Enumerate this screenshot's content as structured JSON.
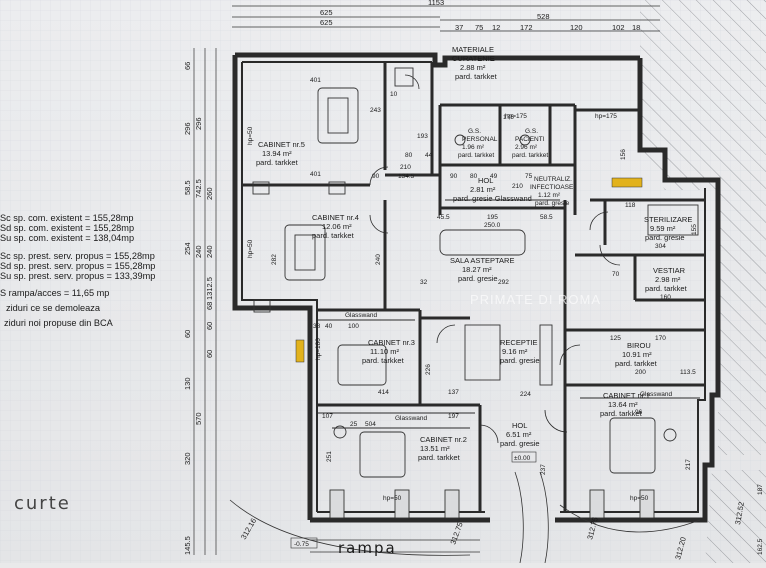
{
  "dims": {
    "top_total": "1153",
    "top_a": "625",
    "top_b": "625",
    "top_right": "528",
    "top_segments": [
      "37",
      "75",
      "12",
      "172",
      "120",
      "102",
      "18"
    ],
    "left_col1": [
      "66",
      "296",
      "58.5",
      "254",
      "60",
      "130",
      "320",
      "145.5"
    ],
    "left_col2": [
      "296",
      "742.5",
      "240",
      "1312.5",
      "570"
    ],
    "left_col3": [
      "260",
      "240",
      "68",
      "60",
      "60"
    ],
    "misc": [
      "401",
      "243",
      "10",
      "193",
      "80",
      "44",
      "210",
      "134.5",
      "90",
      "401",
      "282",
      "240",
      "100",
      "38",
      "40",
      "226",
      "414",
      "137",
      "107",
      "251",
      "25",
      "504",
      "197",
      "175",
      "90",
      "80",
      "49",
      "75",
      "210",
      "195",
      "250.0",
      "45.5",
      "58.5",
      "32",
      "292",
      "156",
      "118",
      "155",
      "304",
      "70",
      "160",
      "125",
      "170",
      "200",
      "113.5",
      "224",
      "237",
      "217",
      "162.5",
      "187",
      "96"
    ]
  },
  "rooms": [
    {
      "name": "MATERIALE",
      "name2": "CURATENIE",
      "area": "2.88 m²",
      "floor": "pard. tarkket"
    },
    {
      "name": "CABINET nr.5",
      "area": "13.94 m²",
      "floor": "pard. tarkket"
    },
    {
      "name": "G.S.",
      "name2": "PERSONAL",
      "area": "1.96 m²",
      "floor": "pard. tarkket"
    },
    {
      "name": "G.S.",
      "name2": "PACIENTI",
      "area": "2.96 m²",
      "floor": "pard. tarkket"
    },
    {
      "name": "HOL",
      "area": "2.81 m²",
      "floor": "pard. gresie Glasswand"
    },
    {
      "name": "NEUTRALIZ.",
      "name2": "INFECTIOASE",
      "area": "1.12 m²",
      "floor": "pard. gresie"
    },
    {
      "name": "CABINET nr.4",
      "area": "12.06 m²",
      "floor": "pard. tarkket"
    },
    {
      "name": "SALA ASTEPTARE",
      "area": "18.27 m²",
      "floor": "pard. gresie"
    },
    {
      "name": "STERILIZARE",
      "area": "9.59 m²",
      "floor": "pard. gresie"
    },
    {
      "name": "VESTIAR",
      "area": "2.98 m²",
      "floor": "pard. tarkket"
    },
    {
      "name": "CABINET nr.3",
      "area": "11.10 m²",
      "floor": "pard. tarkket"
    },
    {
      "name": "RECEPTIE",
      "area": "9.16 m²",
      "floor": "pard. gresie"
    },
    {
      "name": "BIROU",
      "area": "10.91 m²",
      "floor": "pard. tarkket"
    },
    {
      "name": "CABINET nr.2",
      "area": "13.51 m²",
      "floor": "pard. tarkket"
    },
    {
      "name": "HOL",
      "area": "6.51 m²",
      "floor": "pard. gresie"
    },
    {
      "name": "CABINET nr.1",
      "area": "13.64 m²",
      "floor": "pard. tarkket"
    }
  ],
  "labels": {
    "glasswand": "Glasswand",
    "hp50": "hp=50",
    "hp175": "hp=175",
    "hp180": "hp=180",
    "level_neg": "-0.75",
    "level_zero": "±0.00",
    "rampa": "rampa",
    "curte": "curte",
    "elev_a": "312.16",
    "elev_b": "312.75",
    "elev_c": "312.75",
    "elev_d": "312.20",
    "elev_e": "312.52",
    "watermark": "PRIMATE DI ROMA"
  },
  "legend": [
    "Sc sp. com. existent = 155,28mp",
    "Sd sp. com. existent = 155,28mp",
    "Su sp. com. existent = 138,04mp",
    "",
    "Sc sp. prest. serv. propus = 155,28mp",
    "Sd sp. prest. serv. propus = 155,28mp",
    "Su sp. prest. serv. propus = 133,39mp",
    "",
    "S rampa/acces = 11,65 mp",
    "ziduri ce se demoleaza",
    "ziduri noi propuse din BCA"
  ],
  "colors": {
    "wall": "#2a2a2a",
    "demolish": "#e2b21c",
    "paper": "#ecedef",
    "grid": "#c7ccd6"
  }
}
